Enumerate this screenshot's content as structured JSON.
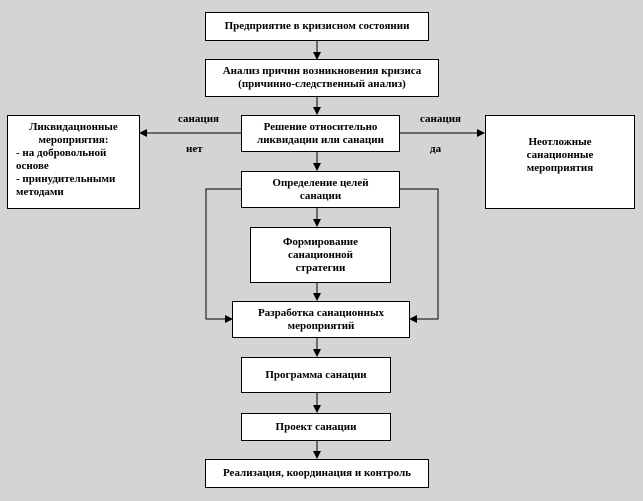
{
  "boxes": {
    "crisis": [
      "Предприятие в кризисном состоянии"
    ],
    "analysis": [
      "Анализ причин возникновения кризиса",
      "(причинно-следственный анализ)"
    ],
    "decision": [
      "Решение относительно",
      "ликвидации или санации"
    ],
    "liquidation": [
      "Ликвидационные",
      "мероприятия:",
      "- на добровольной",
      "основе",
      "- принудительными",
      "методами"
    ],
    "urgent": [
      "Неотложные",
      "санационные",
      "мероприятия"
    ],
    "goals": [
      "Определение целей",
      "санации"
    ],
    "strategy": [
      "Формирование",
      "санационной",
      "стратегии"
    ],
    "measures": [
      "Разработка санационных",
      "мероприятий"
    ],
    "program": [
      "Программа санации"
    ],
    "project": [
      "Проект санации"
    ],
    "implementation": [
      "Реализация, координация и контроль"
    ]
  },
  "labels": {
    "left_top": "санация",
    "left_bottom": "нет",
    "right_top": "санация",
    "right_bottom": "да"
  }
}
